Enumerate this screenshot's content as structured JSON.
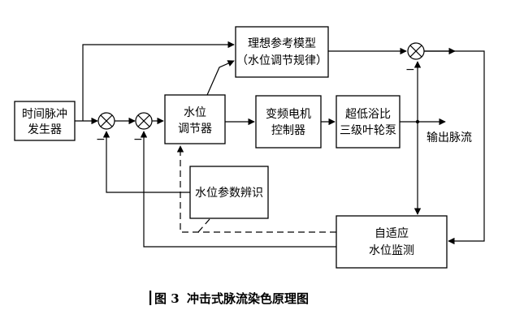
{
  "blocks": {
    "pulse_gen": [
      "时间脉冲",
      "发生器"
    ],
    "ideal_model": [
      "理想参考模型",
      "（水位调节规律）"
    ],
    "level_regulator": [
      "水位",
      "调节器"
    ],
    "vfd_controller": [
      "变频电机",
      "控制器"
    ],
    "pump": [
      "超低浴比",
      "三级叶轮泵"
    ],
    "param_ident": [
      "水位参数辨识"
    ],
    "adaptive_monitor": [
      "自适应",
      "水位监测"
    ]
  },
  "output_label": "输出脉流",
  "signs": {
    "minus": "−"
  },
  "caption": {
    "prefix": "图 3",
    "title": "冲击式脉流染色原理图"
  }
}
